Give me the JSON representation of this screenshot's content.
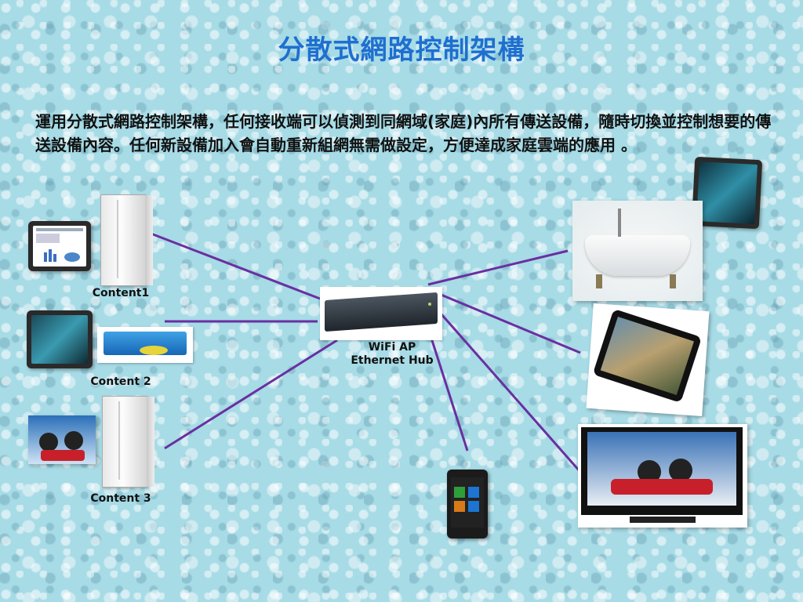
{
  "title": "分散式網路控制架構",
  "description": "運用分散式網路控制架構，任何接收端可以偵測到同網域(家庭)內所有傳送設備，隨時切換並控制想要的傳送設備內容。任何新設備加入會自動重新組網無需做設定，方便達成家庭雲端的應用 。",
  "labels": {
    "content1": "Content1",
    "content2": "Content 2",
    "content3": "Content 3",
    "hub_line1": "WiFi AP",
    "hub_line2": "Ethernet Hub"
  },
  "colors": {
    "title": "#1f6fd0",
    "link": "#6a2fa0",
    "background": "#a7dbe6"
  },
  "icons": {
    "source_devices": [
      "tablet-chart-icon",
      "tablet-movie-icon",
      "dvd-player-icon",
      "cartoon-photo-icon",
      "server-tower-icon"
    ],
    "receivers": [
      "avatar-tablet-icon",
      "bathtub-photo-icon",
      "tablet-game-icon",
      "smartphone-icon",
      "tv-icon"
    ]
  }
}
